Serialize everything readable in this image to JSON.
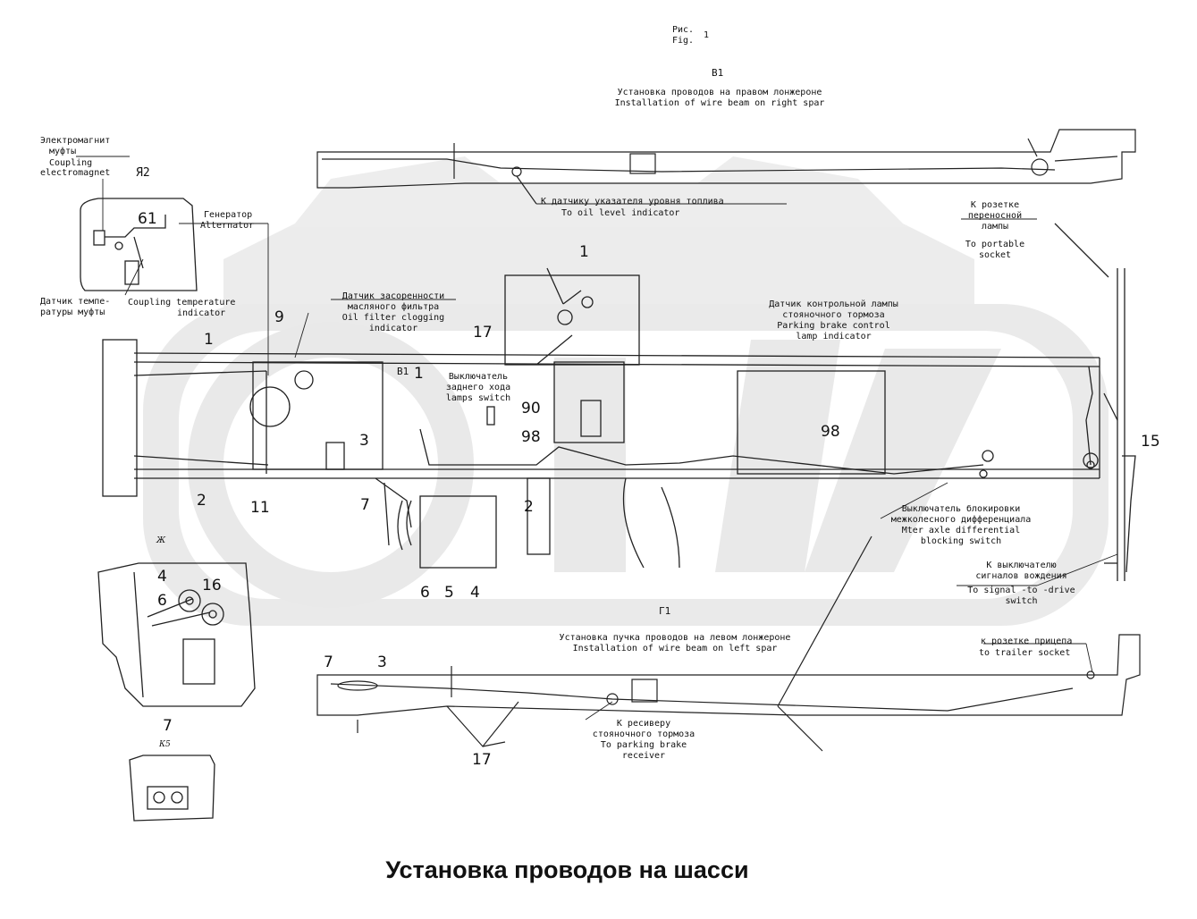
{
  "figure": {
    "ru": "Рис.",
    "en": "Fig.",
    "number": "1"
  },
  "title": "Установка проводов на шасси",
  "right_spar": {
    "view": "В1",
    "ru": "Установка проводов на правом лонжероне",
    "en": "Installation of wire beam on right spar",
    "fuel_ru": "К датчику указателя уровня топлива",
    "fuel_en": "To oil level indicator"
  },
  "left_spar": {
    "view": "Г1",
    "ru": "Установка пучка проводов на левом лонжероне",
    "en": "Installation of wire beam on left spar",
    "receiver_ru": [
      "К ресиверу",
      "стояночного тормоза"
    ],
    "receiver_en": [
      "To parking brake",
      "receiver"
    ]
  },
  "labels": {
    "coupling_ru": [
      "Электромагнит",
      "муфты"
    ],
    "coupling_en": [
      "Coupling",
      "electromagnet"
    ],
    "view_ya2": "Я2",
    "alternator_ru": "Генератор",
    "alternator_en": "Alternator",
    "coupl_temp_ru": [
      "Датчик темпе-",
      "ратуры муфты"
    ],
    "coupl_temp_en": [
      "Coupling temperature",
      "indicator"
    ],
    "oil_filter_ru": [
      "Датчик засоренности",
      "масляного фильтра"
    ],
    "oil_filter_en": [
      "Oil filter clogging",
      "indicator"
    ],
    "reverse_ru": [
      "Выключатель",
      "заднего хода"
    ],
    "reverse_en": "lamps switch",
    "parking_ru": [
      "Датчик контрольной лампы",
      "стояночного тормоза"
    ],
    "parking_en": [
      "Parking brake control",
      "lamp indicator"
    ],
    "portable_ru": [
      "К розетке",
      "переносной",
      "лампы"
    ],
    "portable_en": [
      "To portable",
      "socket"
    ],
    "diff_ru": [
      "Выключатель блокировки",
      "межколесного дифференциала"
    ],
    "diff_en": [
      "Mter axle differential",
      "blocking switch"
    ],
    "signal_ru": [
      "К выключателю",
      "сигналов вождения"
    ],
    "signal_en": [
      "To signal -to -drive",
      "switch"
    ],
    "trailer_ru": "к розетке прицепа",
    "trailer_en": "to trailer socket",
    "view_zh": "Ж",
    "view_k5": "К5",
    "view_v1_center": "В1"
  },
  "numbers": [
    "1",
    "2",
    "3",
    "4",
    "5",
    "6",
    "7",
    "9",
    "11",
    "15",
    "16",
    "17",
    "61",
    "90",
    "98"
  ]
}
